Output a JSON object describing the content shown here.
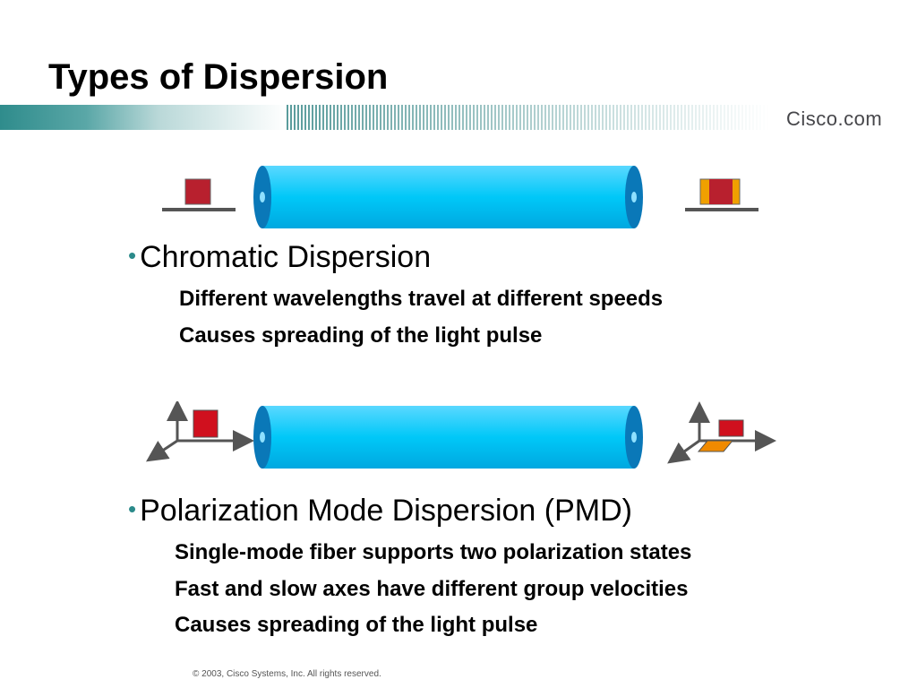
{
  "slide": {
    "title": "Types of Dispersion",
    "brand": "Cisco.com",
    "footer": "© 2003, Cisco Systems, Inc. All rights reserved."
  },
  "sections": [
    {
      "heading": "Chromatic Dispersion",
      "bullets": [
        "Different wavelengths travel at different speeds",
        "Causes spreading of the light pulse"
      ]
    },
    {
      "heading": "Polarization Mode Dispersion (PMD)",
      "bullets": [
        "Single-mode fiber supports two polarization states",
        "Fast and slow axes have different group velocities",
        "Causes spreading of the light pulse"
      ]
    }
  ],
  "colors": {
    "fiber": "#00c8f8",
    "fiber_end": "#0a78b8",
    "pulse": "#c8101e",
    "spread": "#f0a000",
    "accent": "#2b8a8a"
  }
}
